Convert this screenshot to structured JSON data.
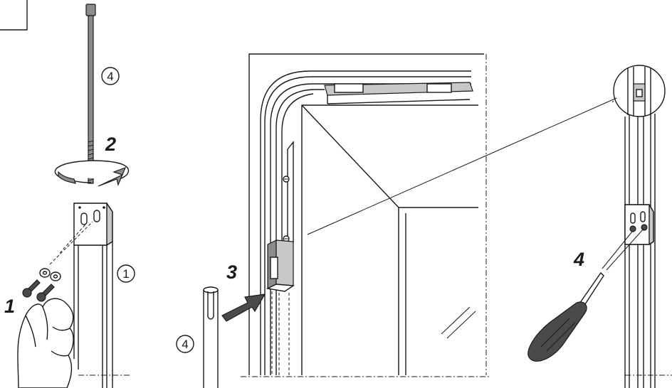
{
  "figure": {
    "step_labels": [
      "1",
      "2",
      "3",
      "4"
    ],
    "part_labels": {
      "part_1": "1",
      "part_4_top": "4",
      "part_4_bottom": "4"
    }
  }
}
